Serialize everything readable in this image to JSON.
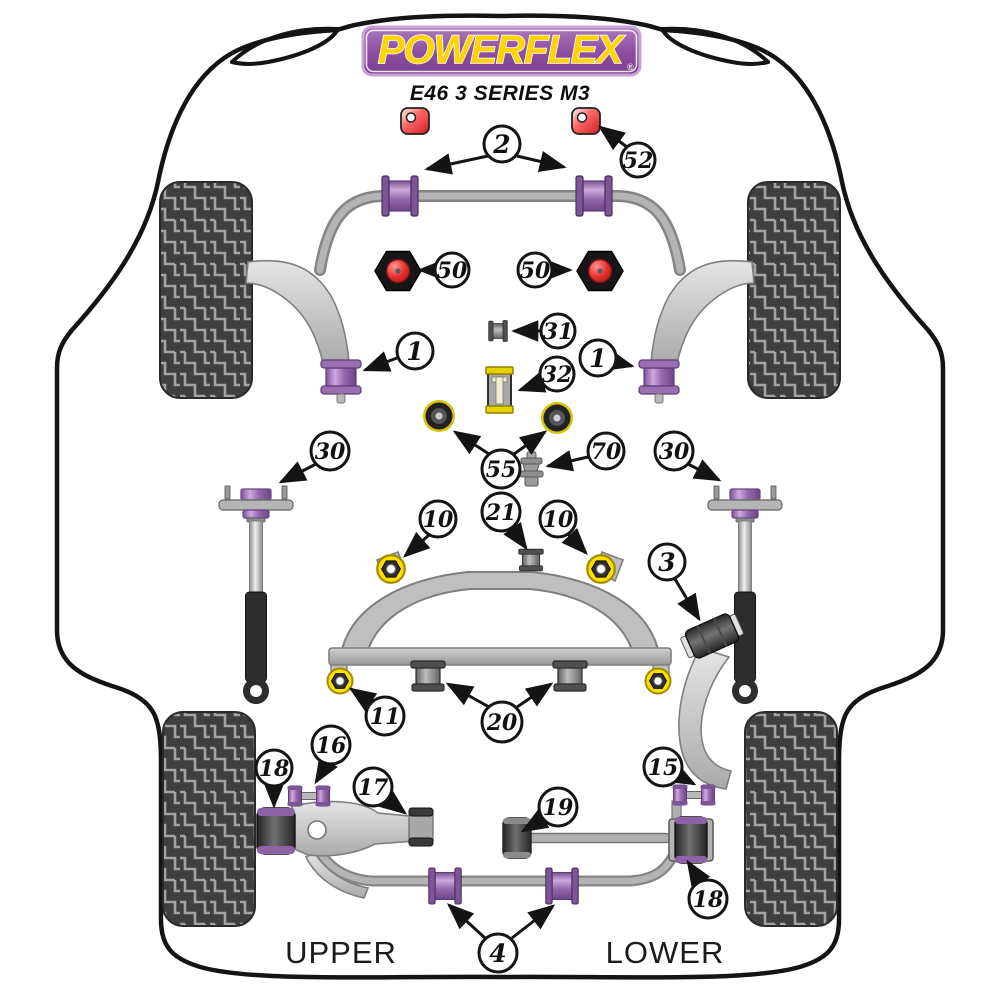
{
  "brand": {
    "logo_text": "POWERFLEX",
    "registered_mark": "®",
    "subtitle": "E46 3 SERIES M3",
    "logo_background": "#8a4a9d",
    "logo_text_color": "#ffd400"
  },
  "footer": {
    "left_label": "UPPER",
    "right_label": "LOWER"
  },
  "colors": {
    "bush_purple": "#b48cc8",
    "flange_purple": "#7d5495",
    "nut_yellow": "#ffdf00",
    "accent_red": "#e43333",
    "metal_gray": "#b5b5b5",
    "tire_dark": "#3f3f3f",
    "line_black": "#141414"
  },
  "callouts": [
    {
      "label": "2"
    },
    {
      "label": "52"
    },
    {
      "label": "50"
    },
    {
      "label": "50"
    },
    {
      "label": "31"
    },
    {
      "label": "32"
    },
    {
      "label": "1"
    },
    {
      "label": "1"
    },
    {
      "label": "30"
    },
    {
      "label": "30"
    },
    {
      "label": "55"
    },
    {
      "label": "70"
    },
    {
      "label": "10"
    },
    {
      "label": "21"
    },
    {
      "label": "10"
    },
    {
      "label": "3"
    },
    {
      "label": "11"
    },
    {
      "label": "20"
    },
    {
      "label": "16"
    },
    {
      "label": "18"
    },
    {
      "label": "17"
    },
    {
      "label": "15"
    },
    {
      "label": "19"
    },
    {
      "label": "18"
    },
    {
      "label": "4"
    }
  ]
}
